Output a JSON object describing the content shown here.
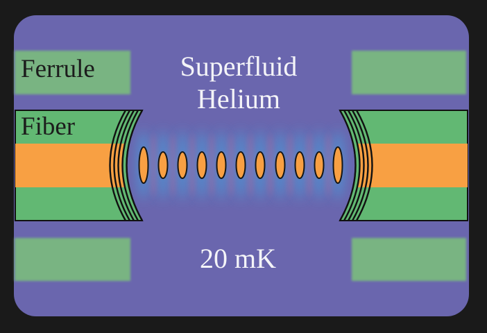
{
  "labels": {
    "ferrule": "Ferrule",
    "fiber": "Fiber",
    "helium_line1": "Superfluid",
    "helium_line2": "Helium",
    "temperature": "20 mK"
  },
  "colors": {
    "background": "#1a1a1a",
    "helium": "#6a66ae",
    "ferrule": "#79b482",
    "fiber_cladding": "#62b873",
    "fiber_core": "#f8a043",
    "mirror_coating": "#111111",
    "optical_mode_lobe": "#f8a043",
    "standing_wave": "#3ab6f0",
    "text_light": "#f4f4f8",
    "text_dark": "#1c1c1c"
  }
}
